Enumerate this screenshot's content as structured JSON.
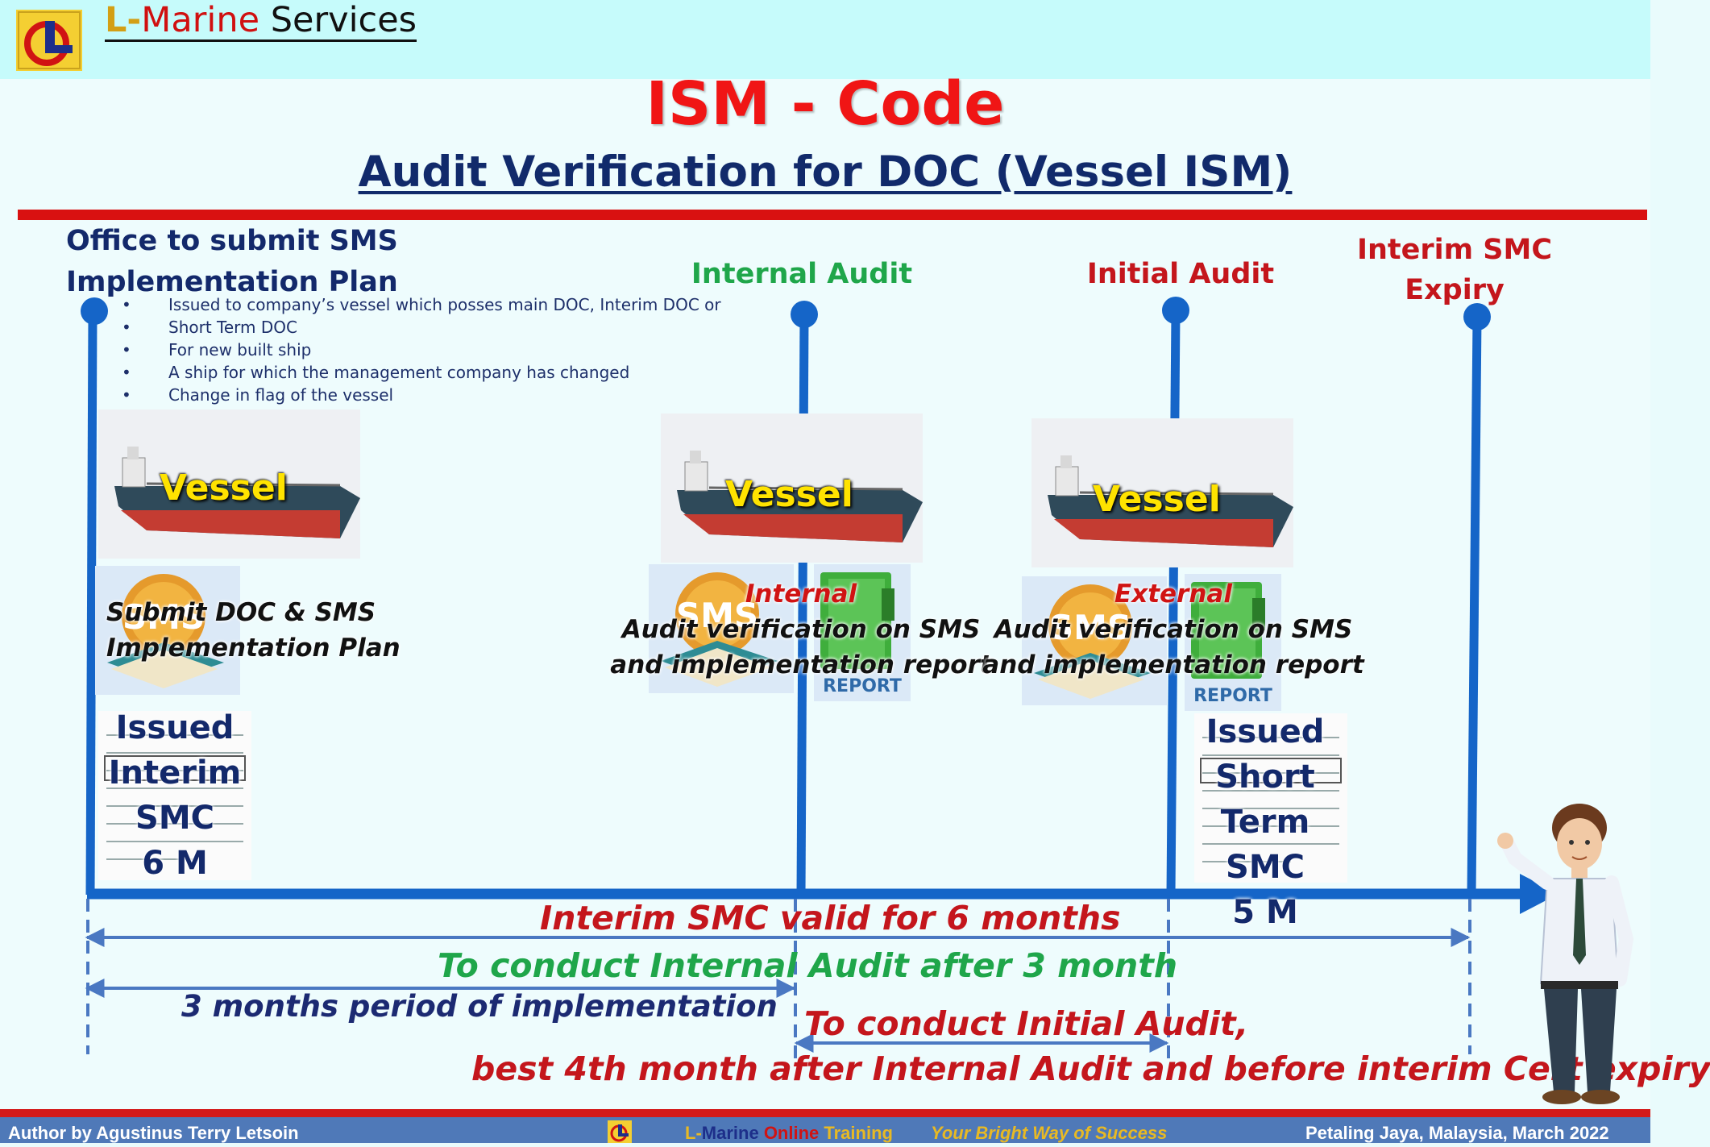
{
  "header": {
    "brand_initial": "L",
    "brand_dash": "-",
    "brand_marine": "Marine",
    "brand_services": "Services"
  },
  "slide": {
    "title": "ISM - Code",
    "subtitle": "Audit Verification for DOC (Vessel ISM)"
  },
  "milestones": {
    "office": [
      "Office to submit SMS",
      "Implementation Plan"
    ],
    "internal": "Internal Audit",
    "initial": "Initial Audit",
    "expiry": [
      "Interim SMC",
      "Expiry"
    ]
  },
  "bullets": [
    "Issued to company’s vessel which posses main DOC, Interim DOC or",
    "Short Term DOC",
    "For new built ship",
    "A ship for which the management company has changed",
    "Change in flag of the vessel"
  ],
  "vessel_label": "Vessel",
  "submit_text": [
    "Submit DOC & SMS",
    "Implementation Plan"
  ],
  "audits": {
    "internal_tag": "Internal",
    "external_tag": "External",
    "line1": "Audit verification on SMS",
    "line2": "and implementation report"
  },
  "icons": {
    "sms_text": "SMS",
    "report_text": "REPORT"
  },
  "certificates": {
    "interim": [
      "Issued",
      "Interim",
      "SMC",
      "6 M"
    ],
    "short_term": [
      "Issued",
      "Short Term",
      "SMC",
      "5 M"
    ]
  },
  "spans": {
    "valid": "Interim SMC valid for 6 months",
    "internal": "To conduct Internal Audit after 3 month",
    "implementation": "3 months period of implementation",
    "initial_1": "To conduct Initial Audit,",
    "initial_2": "best 4th month after Internal Audit and before interim Cert expiry"
  },
  "footer": {
    "author": "Author by Agustinus Terry Letsoin",
    "brand_l": "L-",
    "brand_marine": "Marine",
    "brand_online": "Online",
    "brand_training": "Training",
    "slogan": "Your Bright Way of Success",
    "place": "Petaling Jaya, Malaysia, March 2022"
  },
  "colors": {
    "title_red": "#f01515",
    "navy": "#13296b",
    "green": "#1fa64a",
    "timeline_blue": "#1565c8",
    "footer_blue": "#4f79b8"
  }
}
